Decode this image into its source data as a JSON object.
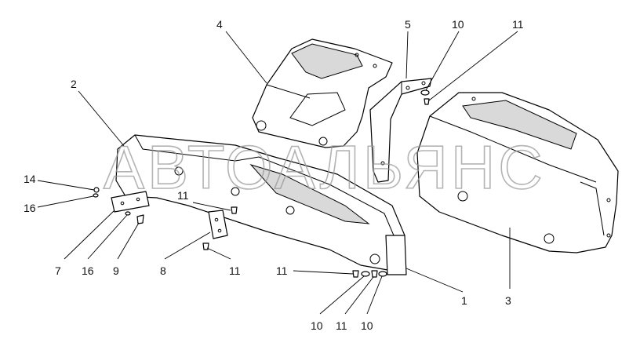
{
  "watermark": "АВТОАЛЬЯНС",
  "callouts": [
    {
      "id": "c4",
      "text": "4"
    },
    {
      "id": "c5",
      "text": "5"
    },
    {
      "id": "c10a",
      "text": "10"
    },
    {
      "id": "c11a",
      "text": "11"
    },
    {
      "id": "c2",
      "text": "2"
    },
    {
      "id": "c14",
      "text": "14"
    },
    {
      "id": "c16a",
      "text": "16"
    },
    {
      "id": "c11b",
      "text": "11"
    },
    {
      "id": "c7",
      "text": "7"
    },
    {
      "id": "c16b",
      "text": "16"
    },
    {
      "id": "c9",
      "text": "9"
    },
    {
      "id": "c8",
      "text": "8"
    },
    {
      "id": "c11c",
      "text": "11"
    },
    {
      "id": "c11d",
      "text": "11"
    },
    {
      "id": "c1",
      "text": "1"
    },
    {
      "id": "c3",
      "text": "3"
    },
    {
      "id": "c10b",
      "text": "10"
    },
    {
      "id": "c11e",
      "text": "11"
    },
    {
      "id": "c10c",
      "text": "10"
    }
  ]
}
